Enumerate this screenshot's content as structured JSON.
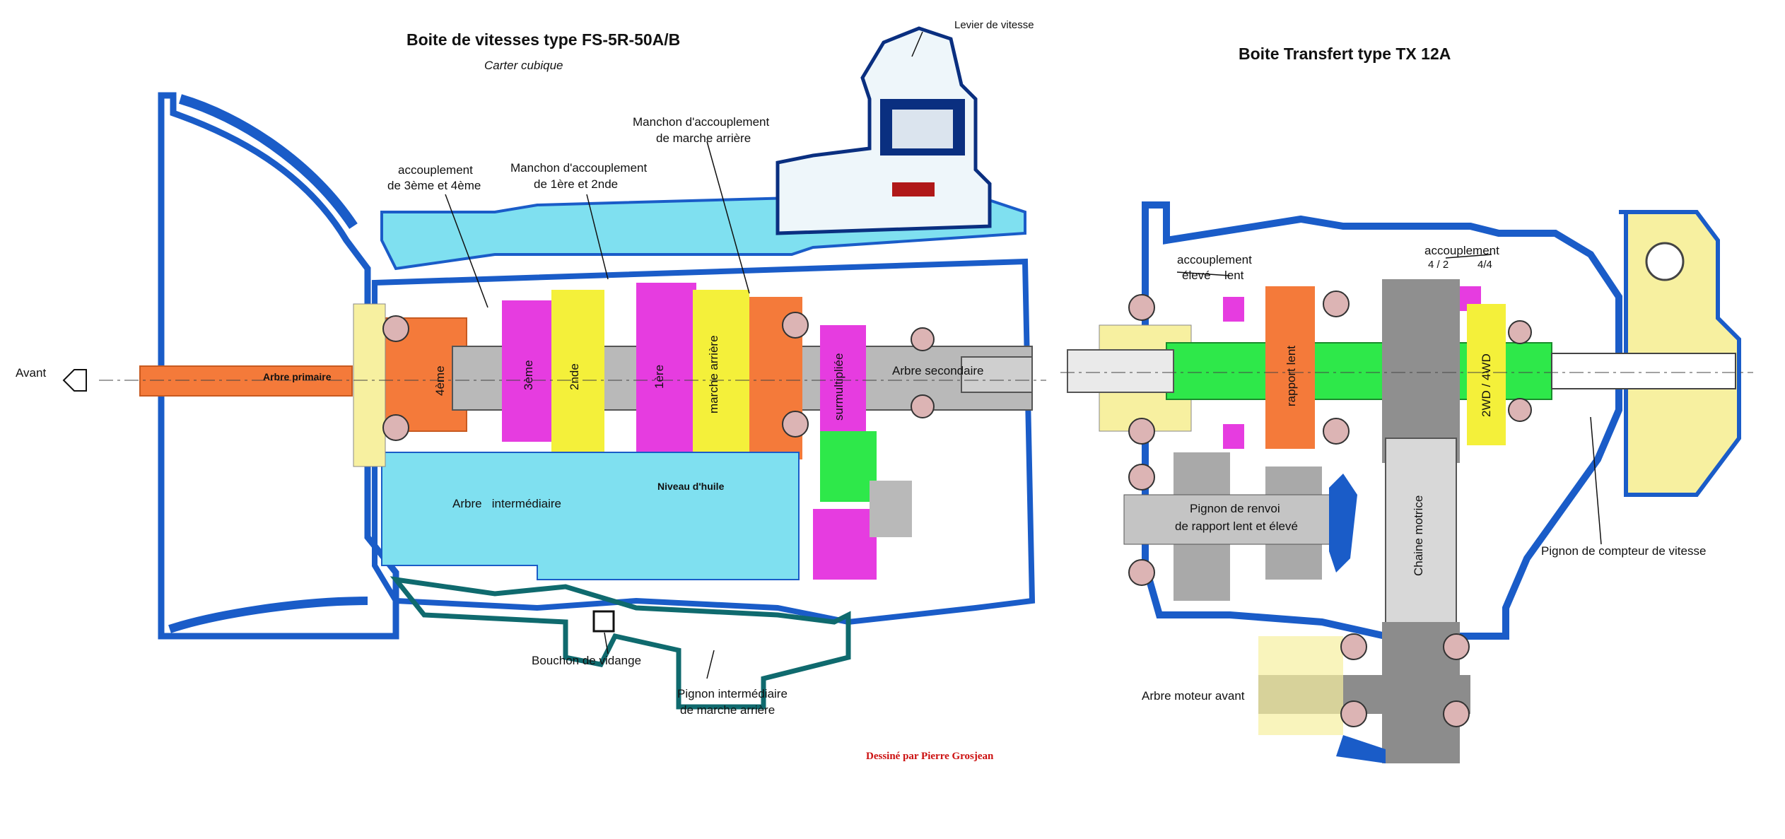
{
  "gearbox": {
    "title": "Boite de vitesses type FS-5R-50A/B",
    "subtitle": "Carter cubique",
    "labels": {
      "levier": "Levier de vitesse",
      "manchon_ar_1": "Manchon d'accouplement",
      "manchon_ar_2": "de marche arrière",
      "accoup34_1": "accouplement",
      "accoup34_2": "de 3ème et 4ème",
      "manchon12_1": "Manchon d'accouplement",
      "manchon12_2": "de 1ère et 2nde",
      "avant": "Avant",
      "arbre_primaire": "Arbre primaire",
      "g4": "4ème",
      "g3": "3ème",
      "g2": "2nde",
      "g1": "1ère",
      "marche_arriere": "marche arrière",
      "surmultipliee": "surmultipliée",
      "arbre_secondaire": "Arbre secondaire",
      "arbre_intermediaire": "Arbre   intermédiaire",
      "niveau_huile": "Niveau d'huile",
      "bouchon": "Bouchon de vidange",
      "pignon_inter_1": "Pignon intermédiaire",
      "pignon_inter_2": "de marche arrière"
    }
  },
  "transfer": {
    "title": "Boite Transfert type TX 12A",
    "labels": {
      "accoup_left": "accouplement",
      "eleve": "élevé",
      "lent": "lent",
      "accoup_right": "accouplement",
      "r42": "4 / 2",
      "r44": "4/4",
      "rapport_lent": "rapport lent",
      "mode": "2WD / 4WD",
      "pignon_renvoi_1": "Pignon de renvoi",
      "pignon_renvoi_2": "de rapport lent et élevé",
      "chaine": "Chaine motrice",
      "compteur": "Pignon de compteur de vitesse",
      "arbre_moteur": "Arbre moteur avant"
    }
  },
  "credit": "Dessiné par Pierre Grosjean",
  "colors": {
    "housing": "#1a5cc8",
    "cyan": "#7fe0f0",
    "orange": "#f47a3a",
    "magenta": "#e63ce0",
    "yellow": "#f4f03a",
    "grey": "#b9b9b9",
    "green": "#2ee84a",
    "pale_yellow": "#f7f0a0",
    "navy": "#0a2f80",
    "teal": "#0f6a6e",
    "credit_red": "#cc1010"
  }
}
